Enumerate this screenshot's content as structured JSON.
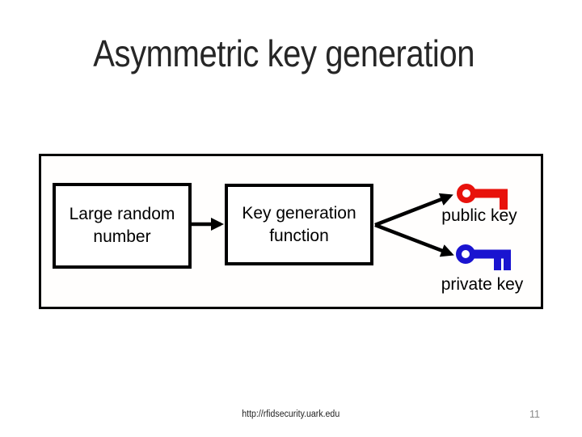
{
  "slide": {
    "title": "Asymmetric key generation",
    "footer": {
      "url": "http://rfidsecurity.uark.edu",
      "page": "11"
    }
  },
  "diagram": {
    "input_box_label": "Large random\nnumber",
    "function_box_label": "Key generation\nfunction",
    "arrow_color": "#000000",
    "border_color": "#000000",
    "outputs": [
      {
        "label": "public key",
        "icon": "key-icon",
        "color": "#e8120c"
      },
      {
        "label": "private key",
        "icon": "key-icon",
        "color": "#1a14d0"
      }
    ]
  }
}
